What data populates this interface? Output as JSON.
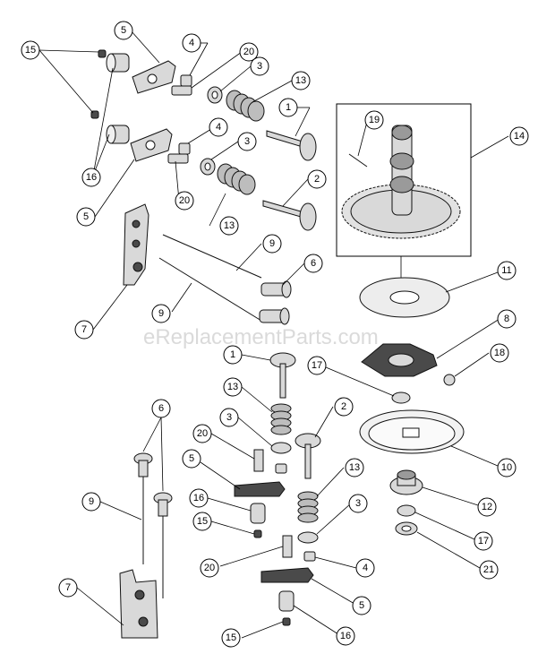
{
  "watermark": "eReplacementParts.com",
  "callout_labels": {
    "c1a": "1",
    "c1b": "1",
    "c2a": "2",
    "c2b": "2",
    "c3a": "3",
    "c3b": "3",
    "c3c": "3",
    "c3d": "3",
    "c4a": "4",
    "c4b": "4",
    "c4c": "4",
    "c5a": "5",
    "c5b": "5",
    "c5c": "5",
    "c5d": "5",
    "c6a": "6",
    "c6b": "6",
    "c7a": "7",
    "c7b": "7",
    "c8": "8",
    "c9a": "9",
    "c9b": "9",
    "c9c": "9",
    "c10": "10",
    "c11": "11",
    "c12": "12",
    "c13a": "13",
    "c13b": "13",
    "c13c": "13",
    "c13d": "13",
    "c14": "14",
    "c15a": "15",
    "c15b": "15",
    "c15c": "15",
    "c16a": "16",
    "c16b": "16",
    "c16c": "16",
    "c17a": "17",
    "c17b": "17",
    "c18": "18",
    "c19": "19",
    "c20a": "20",
    "c20b": "20",
    "c20c": "20",
    "c21": "21"
  }
}
